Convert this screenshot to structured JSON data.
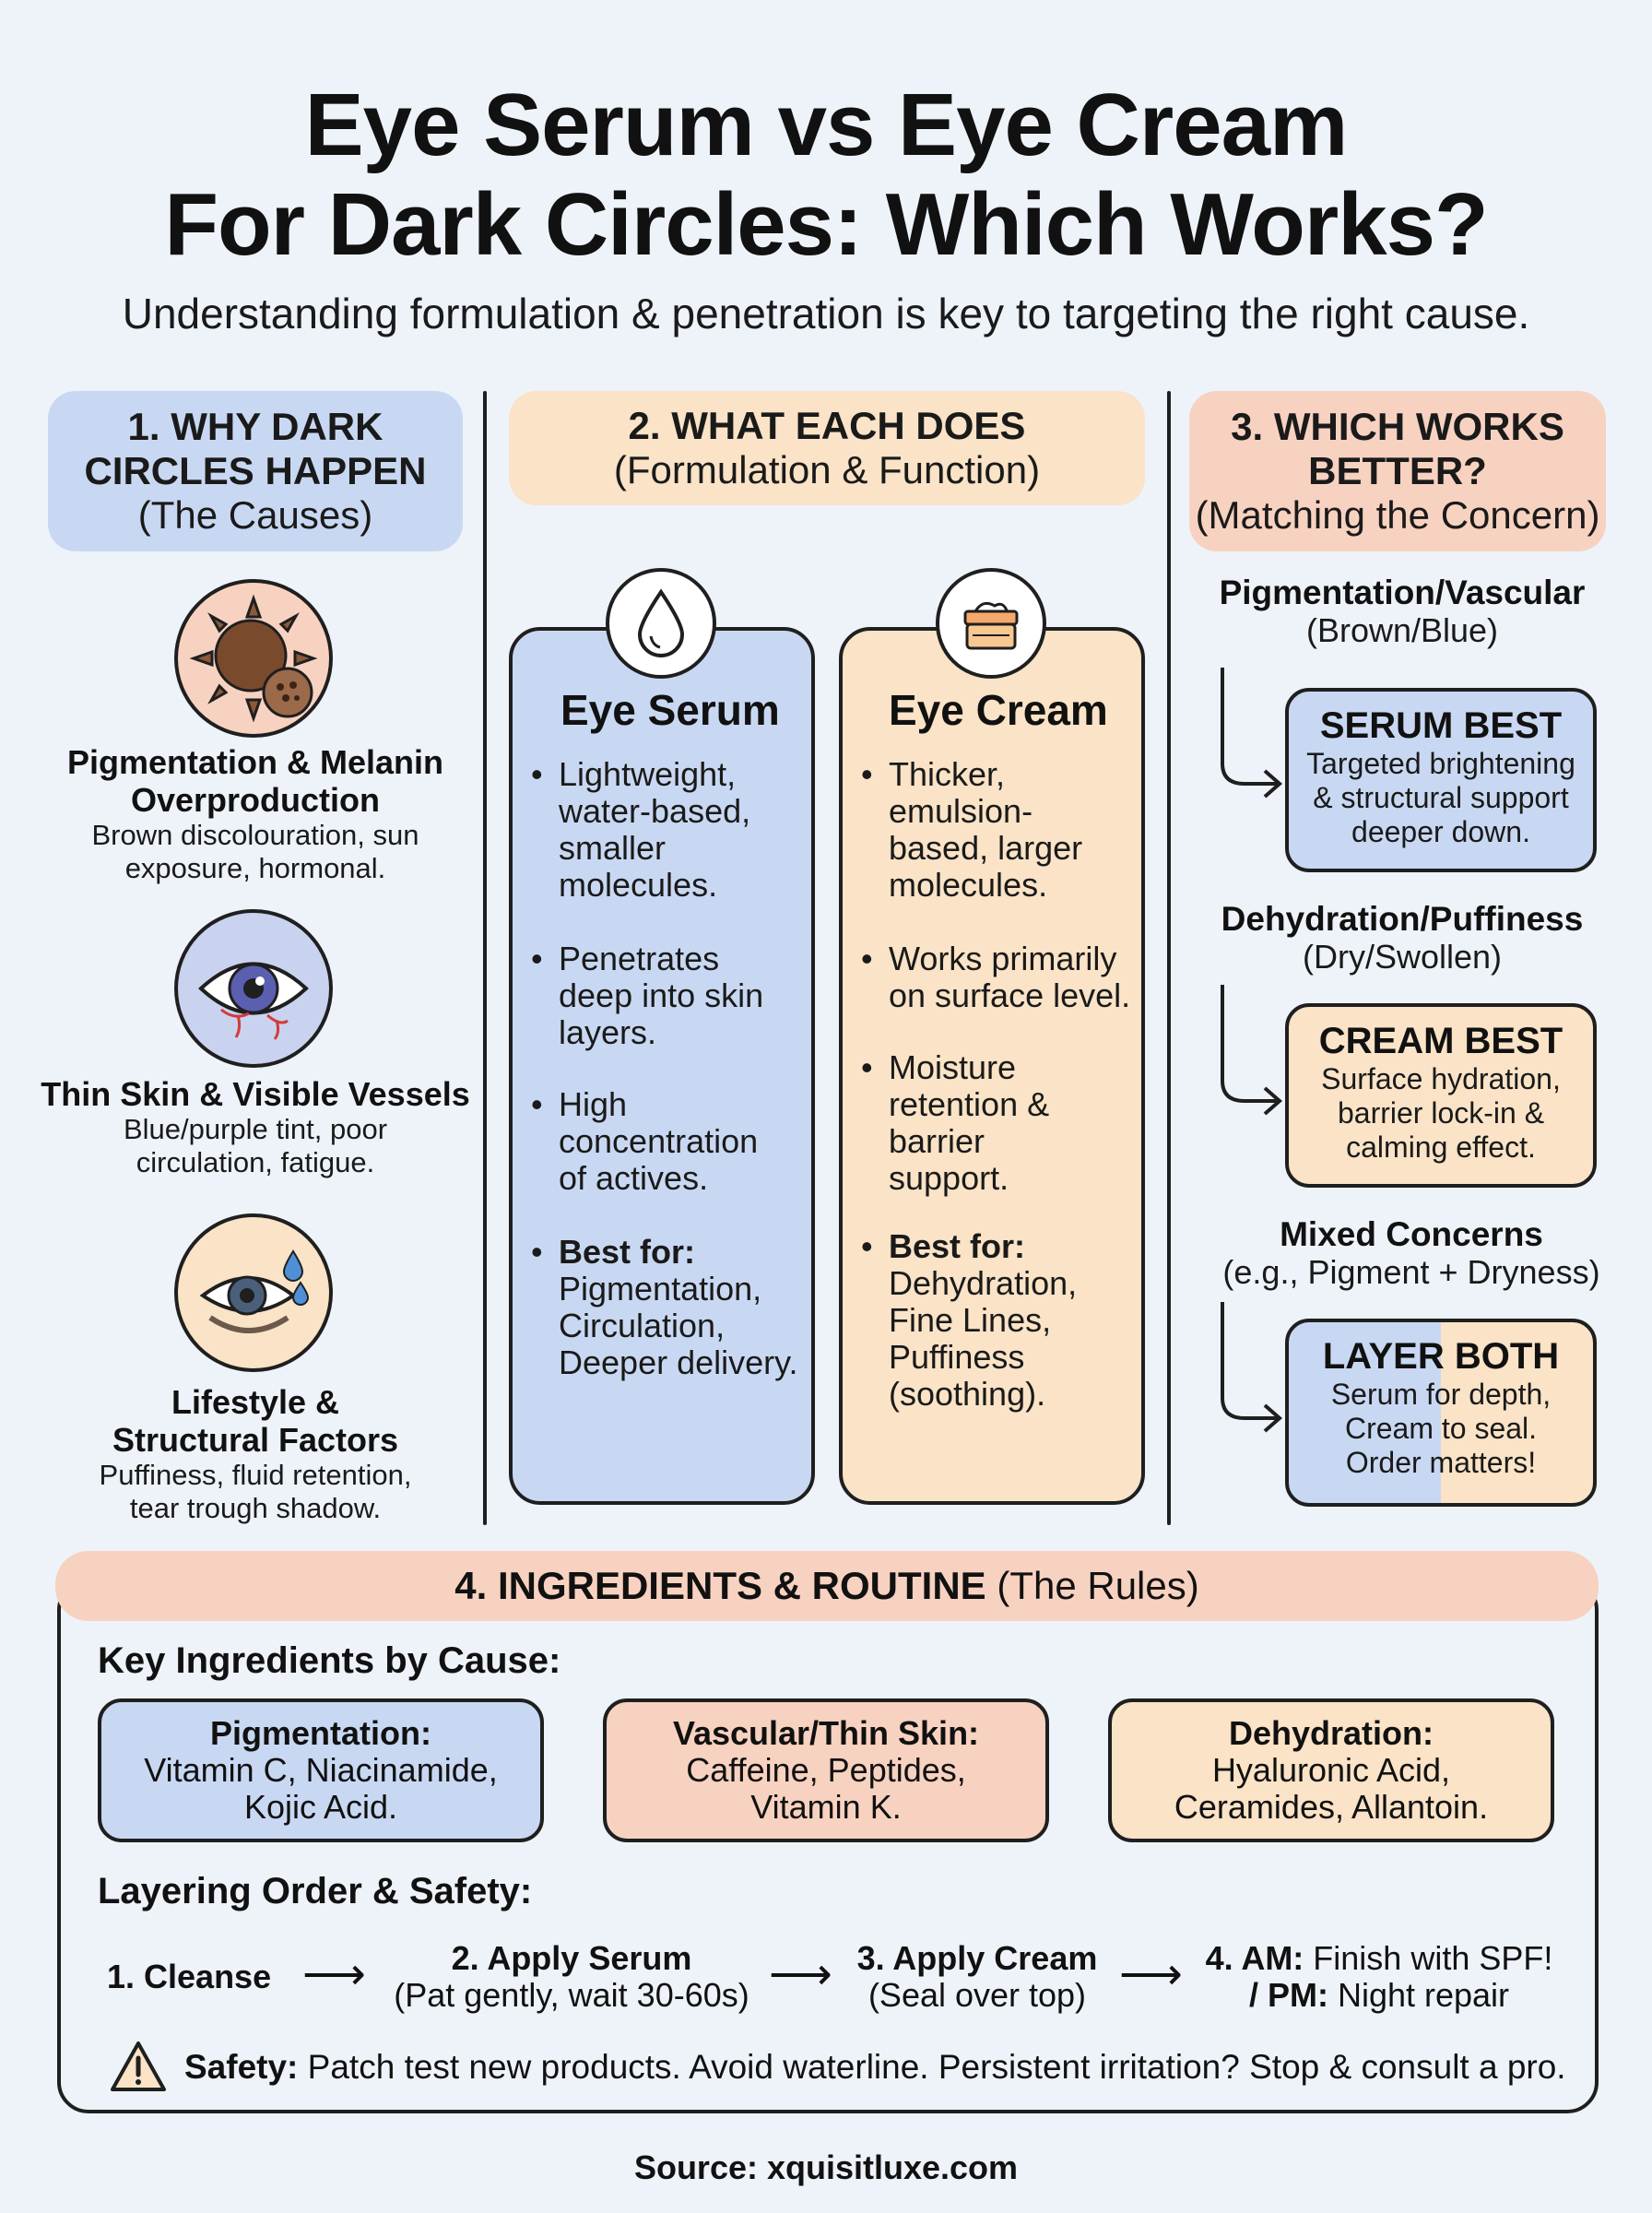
{
  "header": {
    "title_line1": "Eye Serum vs Eye Cream",
    "title_line2": "For Dark Circles: Which Works?",
    "subtitle": "Understanding formulation & penetration is key to targeting the right cause."
  },
  "section1": {
    "heading_line1": "1. WHY DARK",
    "heading_line2": "CIRCLES HAPPEN",
    "heading_sub": "(The Causes)",
    "causes": [
      {
        "icon": "sun-melanin-icon",
        "title_line1": "Pigmentation & Melanin",
        "title_line2": "Overproduction",
        "desc_line1": "Brown discolouration, sun",
        "desc_line2": "exposure, hormonal."
      },
      {
        "icon": "eye-vessels-icon",
        "title_line1": "Thin Skin & Visible Vessels",
        "desc_line1": "Blue/purple tint, poor",
        "desc_line2": "circulation, fatigue."
      },
      {
        "icon": "tired-eye-icon",
        "title_line1": "Lifestyle &",
        "title_line2": "Structural Factors",
        "desc_line1": "Puffiness, fluid retention,",
        "desc_line2": "tear trough shadow."
      }
    ]
  },
  "section2": {
    "heading": "2. WHAT EACH DOES",
    "heading_sub": "(Formulation & Function)",
    "serum": {
      "icon": "droplet-icon",
      "title": "Eye Serum",
      "b1": [
        "Lightweight,",
        "water-based,",
        "smaller",
        "molecules."
      ],
      "b2": [
        "Penetrates",
        "deep into skin",
        "layers."
      ],
      "b3": [
        "High",
        "concentration",
        "of actives."
      ],
      "best_label": "Best for:",
      "best": [
        "Pigmentation,",
        "Circulation,",
        "Deeper delivery."
      ]
    },
    "cream": {
      "icon": "cream-jar-icon",
      "title": "Eye Cream",
      "b1": [
        "Thicker,",
        "emulsion-",
        "based, larger",
        "molecules."
      ],
      "b2": [
        "Works primarily",
        "on surface level."
      ],
      "b3": [
        "Moisture",
        "retention &",
        "barrier",
        "support."
      ],
      "best_label": "Best for:",
      "best": [
        "Dehydration,",
        "Fine Lines,",
        "Puffiness",
        "(soothing)."
      ]
    }
  },
  "section3": {
    "heading_line1": "3. WHICH WORKS",
    "heading_line2": "BETTER?",
    "heading_sub": "(Matching the Concern)",
    "concerns": [
      {
        "title": "Pigmentation/Vascular",
        "sub": "(Brown/Blue)",
        "result": "SERUM BEST",
        "desc": [
          "Targeted brightening",
          "& structural support",
          "deeper down."
        ]
      },
      {
        "title": "Dehydration/Puffiness",
        "sub": "(Dry/Swollen)",
        "result": "CREAM BEST",
        "desc": [
          "Surface hydration,",
          "barrier lock-in &",
          "calming effect."
        ]
      },
      {
        "title": "Mixed Concerns",
        "sub": "(e.g., Pigment + Dryness)",
        "result": "LAYER BOTH",
        "desc": [
          "Serum for depth,",
          "Cream to seal.",
          "Order matters!"
        ]
      }
    ]
  },
  "section4": {
    "heading_bold": "4. INGREDIENTS & ROUTINE",
    "heading_rest": " (The Rules)",
    "ingredients_heading": "Key Ingredients by Cause:",
    "ingredients": [
      {
        "label": "Pigmentation:",
        "line1": "Vitamin C, Niacinamide,",
        "line2": "Kojic Acid."
      },
      {
        "label": "Vascular/Thin Skin:",
        "line1": "Caffeine, Peptides,",
        "line2": "Vitamin K."
      },
      {
        "label": "Dehydration:",
        "line1": "Hyaluronic Acid,",
        "line2": "Ceramides, Allantoin."
      }
    ],
    "layering_heading": "Layering Order & Safety:",
    "steps": {
      "s1": "1. Cleanse",
      "s2_bold": "2. Apply Serum",
      "s2_sub": "(Pat gently, wait 30-60s)",
      "s3_bold": "3. Apply Cream",
      "s3_sub": "(Seal over top)",
      "s4_am_bold": "4. AM:",
      "s4_am": " Finish with SPF!",
      "s4_pm_bold": "/ PM:",
      "s4_pm": " Night repair"
    },
    "safety_bold": "Safety:",
    "safety_text": " Patch test new products. Avoid waterline. Persistent irritation? Stop & consult a pro."
  },
  "footer": {
    "source": "Source: xquisitluxe.com"
  },
  "colors": {
    "blue": "#c9d8f2",
    "peach": "#fae3c6",
    "salmon": "#f8d2c0",
    "ink": "#1f1f1f",
    "background": "#eef3fa"
  }
}
